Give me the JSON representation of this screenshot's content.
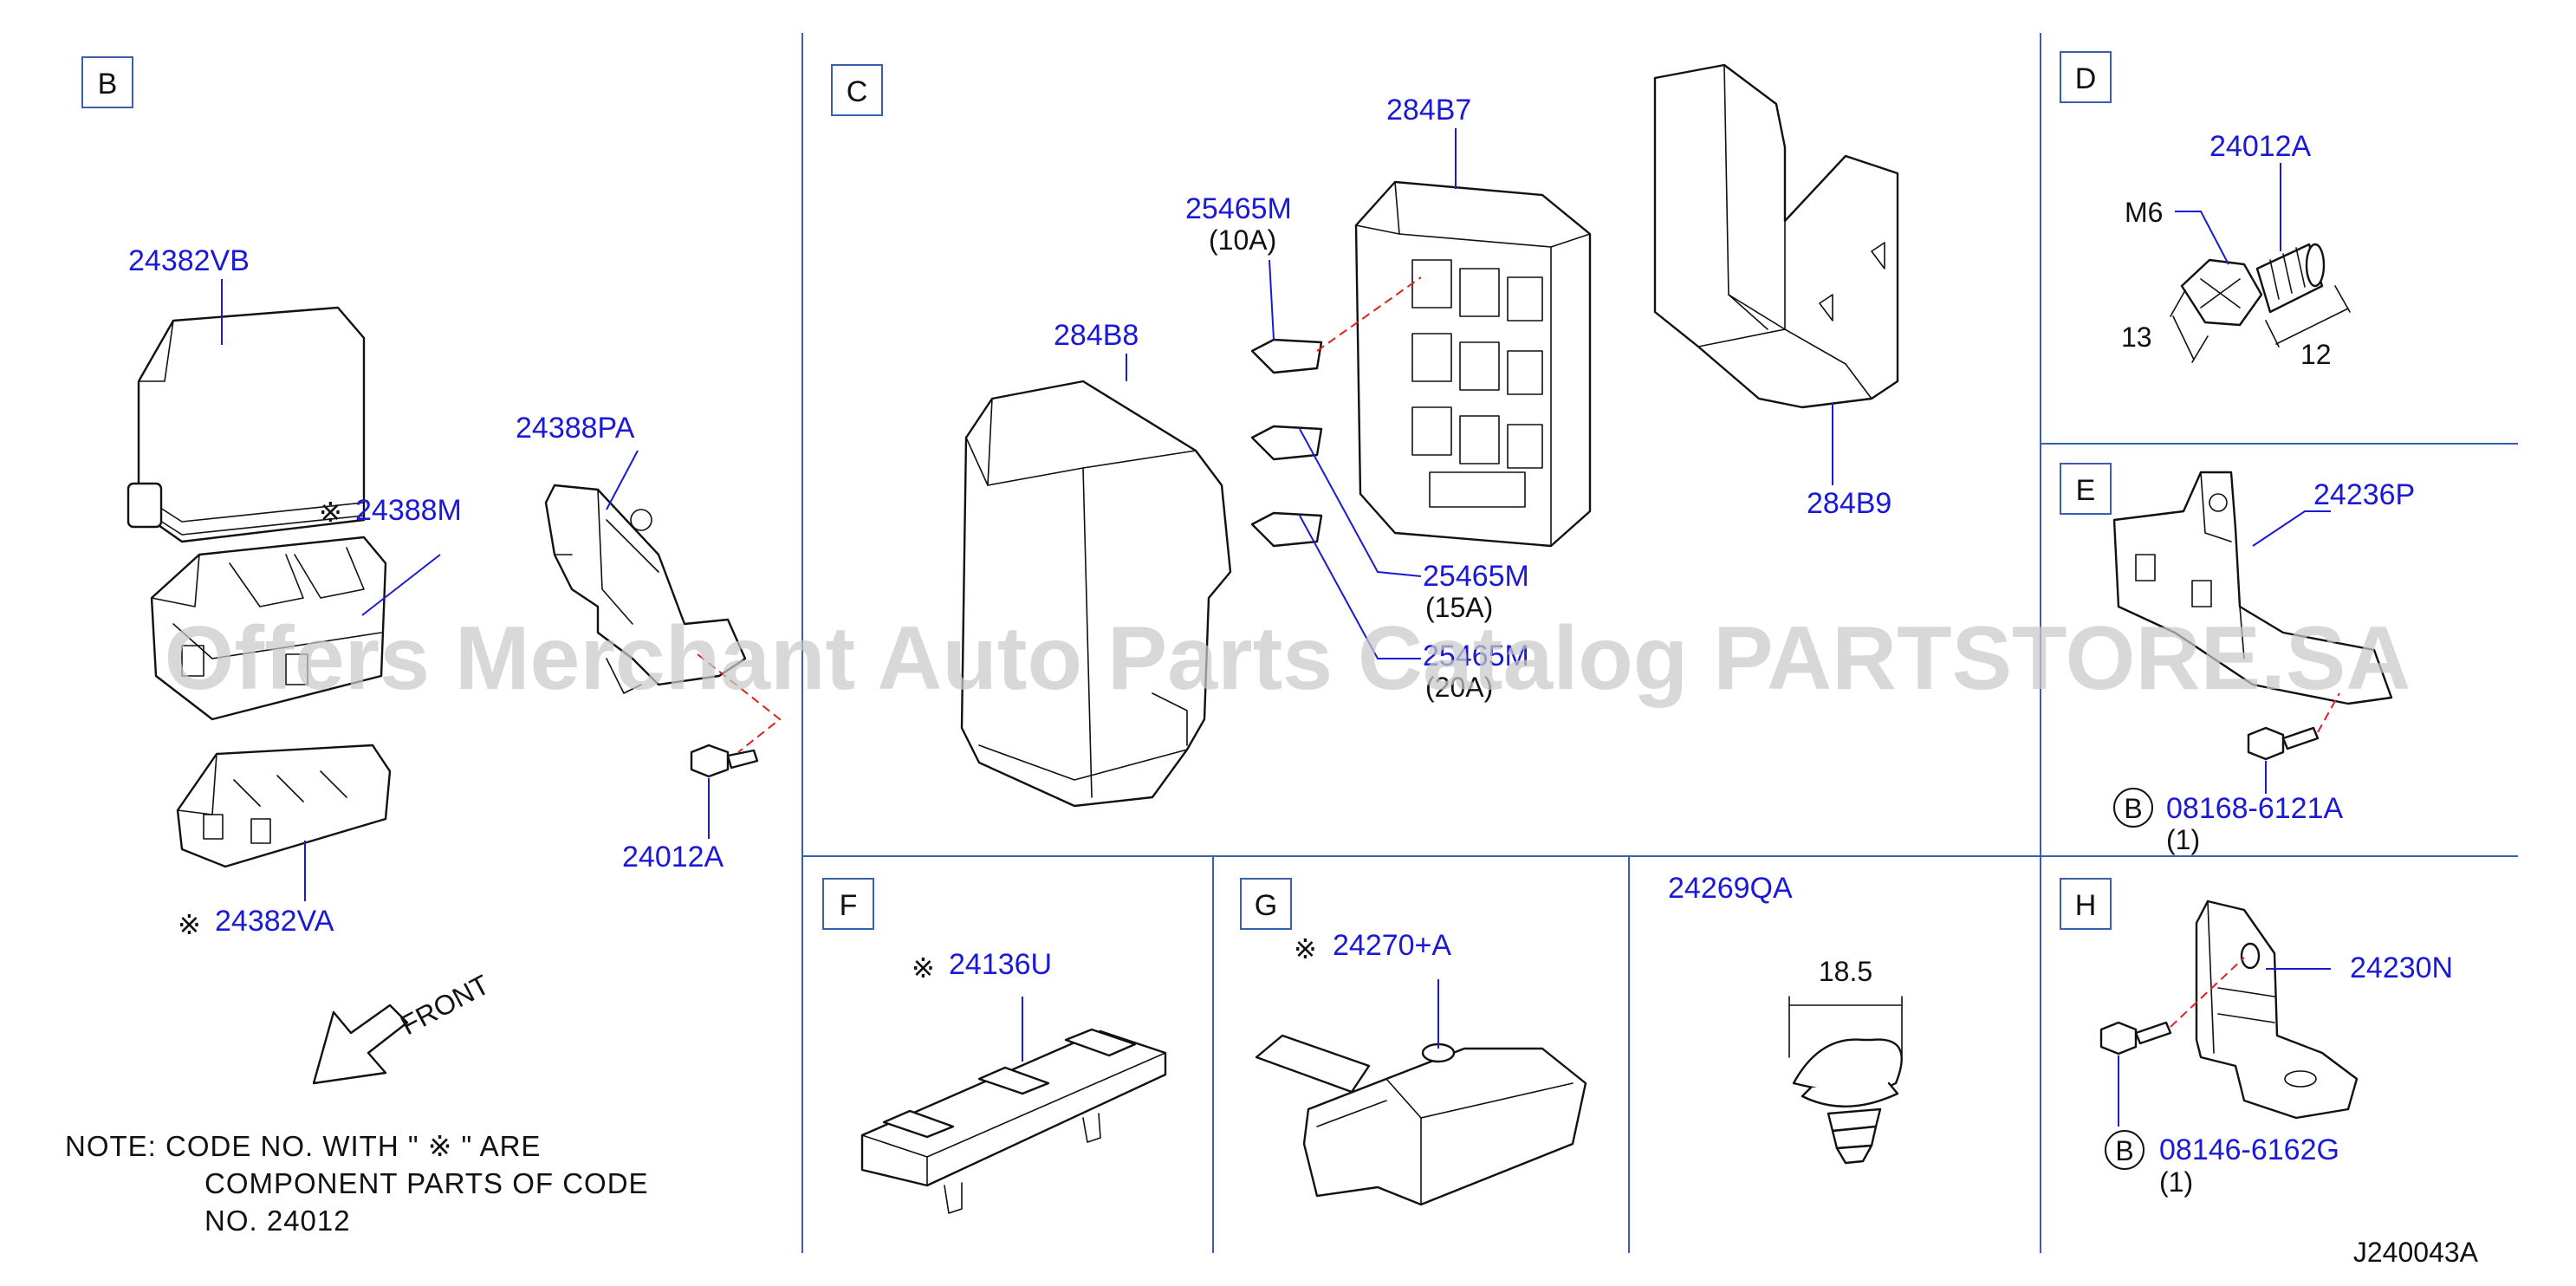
{
  "panels": {
    "B": {
      "letter": "B",
      "labels": {
        "cover": "24382VB",
        "block": "24388M",
        "bracket": "24388PA",
        "bottom": "24382VA",
        "bolt": "24012A"
      },
      "front": "FRONT"
    },
    "C": {
      "letter": "C",
      "labels": {
        "relay_box": "284B7",
        "cover": "284B8",
        "housing": "284B9",
        "fuse1": "25465M",
        "fuse1_rating": "(10A)",
        "fuse2": "25465M",
        "fuse2_rating": "(15A)",
        "fuse3": "25465M",
        "fuse3_rating": "(20A)"
      }
    },
    "D": {
      "letter": "D",
      "labels": {
        "bolt": "24012A",
        "thread": "M6",
        "dim_head": "13",
        "dim_len": "12"
      }
    },
    "E": {
      "letter": "E",
      "labels": {
        "bracket": "24236P",
        "circle": "B",
        "bolt": "08168-6121A",
        "qty": "(1)"
      }
    },
    "F": {
      "letter": "F",
      "labels": {
        "clip": "24136U"
      }
    },
    "G": {
      "letter": "G",
      "labels": {
        "holder": "24270+A"
      }
    },
    "QA": {
      "labels": {
        "clip": "24269QA",
        "dim": "18.5"
      }
    },
    "H": {
      "letter": "H",
      "labels": {
        "bracket": "24230N",
        "circle": "B",
        "bolt": "08146-6162G",
        "qty": "(1)"
      }
    }
  },
  "mark": "※",
  "note": {
    "line1": "NOTE:  CODE  NO.  WITH  \"  ※ \"  ARE",
    "line2": "COMPONENT  PARTS  OF  CODE",
    "line3": "NO.  24012"
  },
  "drawing_id": "J240043A",
  "watermark": "Offers Merchant Auto Parts Catalog PARTSTORE.SA",
  "colors": {
    "label": "#1a1ad6",
    "divider": "#3a5fae",
    "leader_dash": "#e02020"
  }
}
